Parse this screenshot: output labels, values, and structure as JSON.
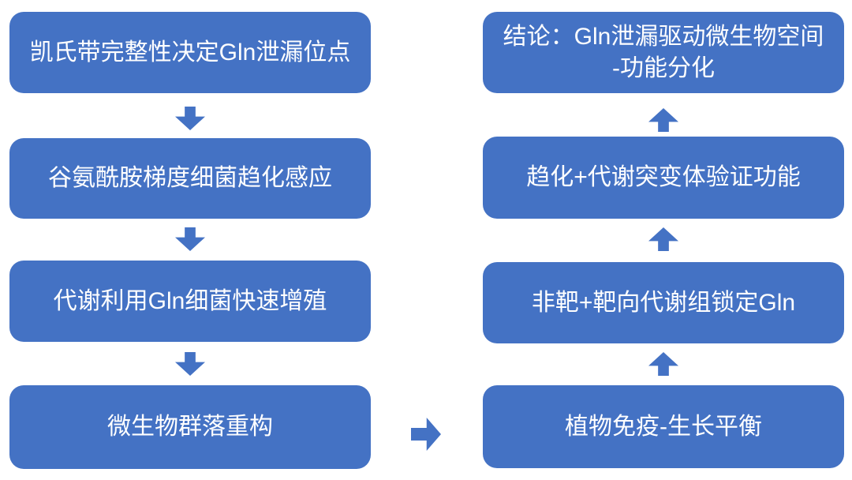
{
  "colors": {
    "box_fill": "#4472C4",
    "arrow_fill": "#4472C4",
    "text": "#ffffff",
    "background": "#ffffff"
  },
  "flowchart": {
    "left_column": {
      "flow_direction": "down",
      "boxes": [
        {
          "label": "凯氏带完整性决定Gln泄漏位点"
        },
        {
          "label": "谷氨酰胺梯度细菌趋化感应"
        },
        {
          "label": "代谢利用Gln细菌快速增殖"
        },
        {
          "label": "微生物群落重构"
        }
      ]
    },
    "right_column": {
      "flow_direction": "up",
      "boxes": [
        {
          "label": "结论：Gln泄漏驱动微生物空间\n-功能分化"
        },
        {
          "label": "趋化+代谢突变体验证功能"
        },
        {
          "label": "非靶+靶向代谢组锁定Gln"
        },
        {
          "label": "植物免疫-生长平衡"
        }
      ]
    }
  }
}
